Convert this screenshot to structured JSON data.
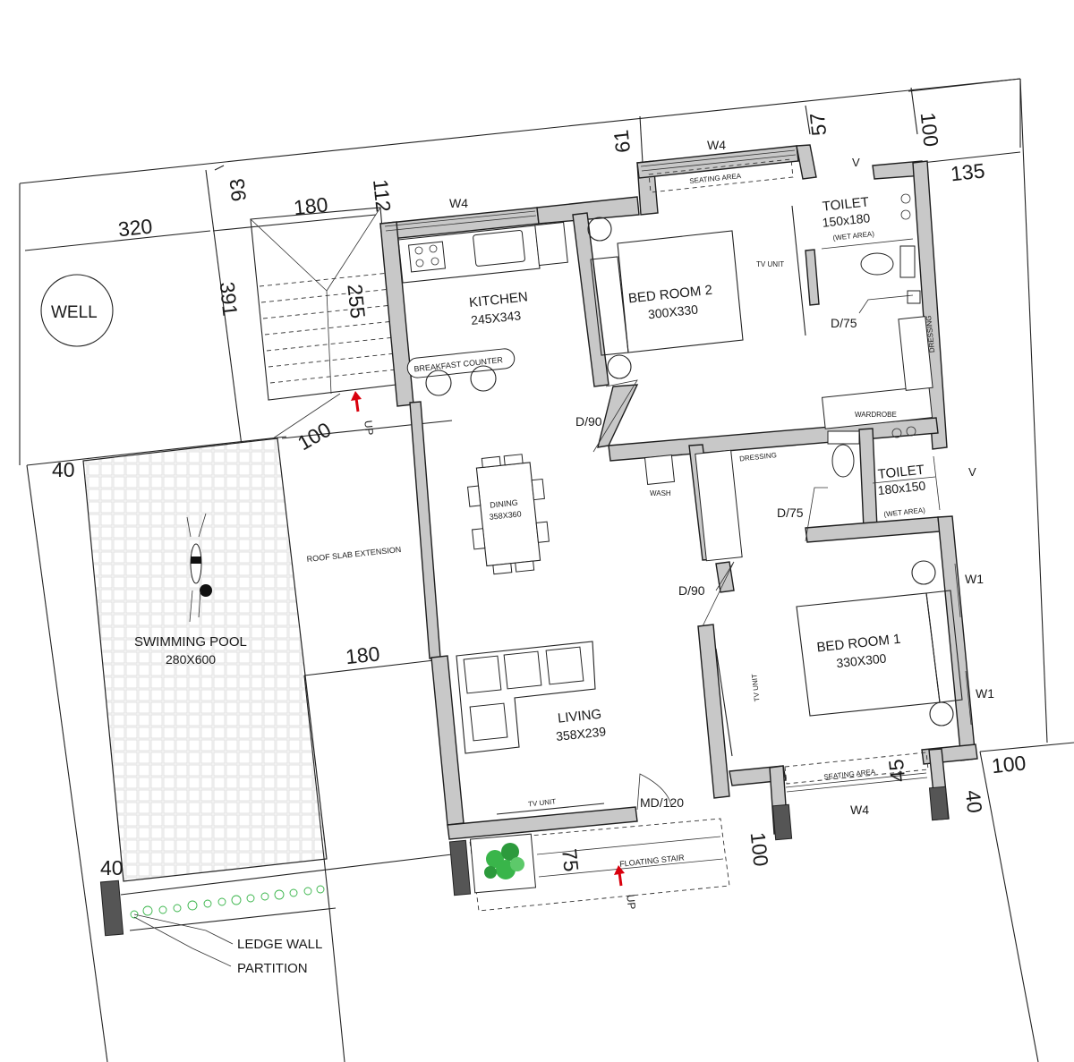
{
  "dimensions": {
    "d320": "320",
    "d93": "93",
    "d180_top": "180",
    "d112": "112",
    "d391": "391",
    "d255": "255",
    "d100_stair": "100",
    "d40_left": "40",
    "d61": "61",
    "d57": "57",
    "d100_top": "100",
    "d135": "135",
    "d180_mid": "180",
    "d45": "45",
    "d100_right": "100",
    "d40_right": "40",
    "d75": "75",
    "d100_bottom": "100",
    "d40_bottom": "40"
  },
  "rooms": {
    "kitchen": {
      "name": "KITCHEN",
      "size": "245X343"
    },
    "bed2": {
      "name": "BED ROOM 2",
      "size": "300X330"
    },
    "toilet1": {
      "name": "TOILET",
      "size": "150x180",
      "note": "(WET AREA)"
    },
    "toilet2": {
      "name": "TOILET",
      "size": "180x150",
      "note": "(WET AREA)"
    },
    "dining": {
      "name": "DINING",
      "size": "358X360"
    },
    "living": {
      "name": "LIVING",
      "size": "358X239"
    },
    "bed1": {
      "name": "BED ROOM 1",
      "size": "330X300"
    },
    "pool": {
      "name": "SWIMMING POOL",
      "size": "280X600"
    },
    "well": "WELL"
  },
  "labels": {
    "w4_top": "W4",
    "w4_kitchen": "W4",
    "w4_bottom": "W4",
    "w1_a": "W1",
    "w1_b": "W1",
    "v_top": "V",
    "v_right": "V",
    "seating_top": "SEATING AREA",
    "seating_bottom": "SEATING AREA",
    "tv_bed2": "TV UNIT",
    "tv_bed1": "TV UNIT",
    "tv_living": "TV UNIT",
    "breakfast": "BREAKFAST COUNTER",
    "dressing_right": "DRESSING",
    "dressing_mid": "DRESSING",
    "wardrobe": "WARDROBE",
    "wash": "WASH",
    "d75_a": "D/75",
    "d75_b": "D/75",
    "d90_a": "D/90",
    "d90_b": "D/90",
    "md120": "MD/120",
    "roof_slab": "ROOF SLAB EXTENSION",
    "floating_stair": "FLOATING STAIR",
    "up_main": "UP",
    "up_floating": "UP",
    "ledge_wall": "LEDGE WALL",
    "partition": "PARTITION"
  },
  "colors": {
    "wall_fill": "#c8c8c8",
    "line": "#1e1e1e",
    "arrow": "#d9000d",
    "plant": "#39b54a"
  }
}
